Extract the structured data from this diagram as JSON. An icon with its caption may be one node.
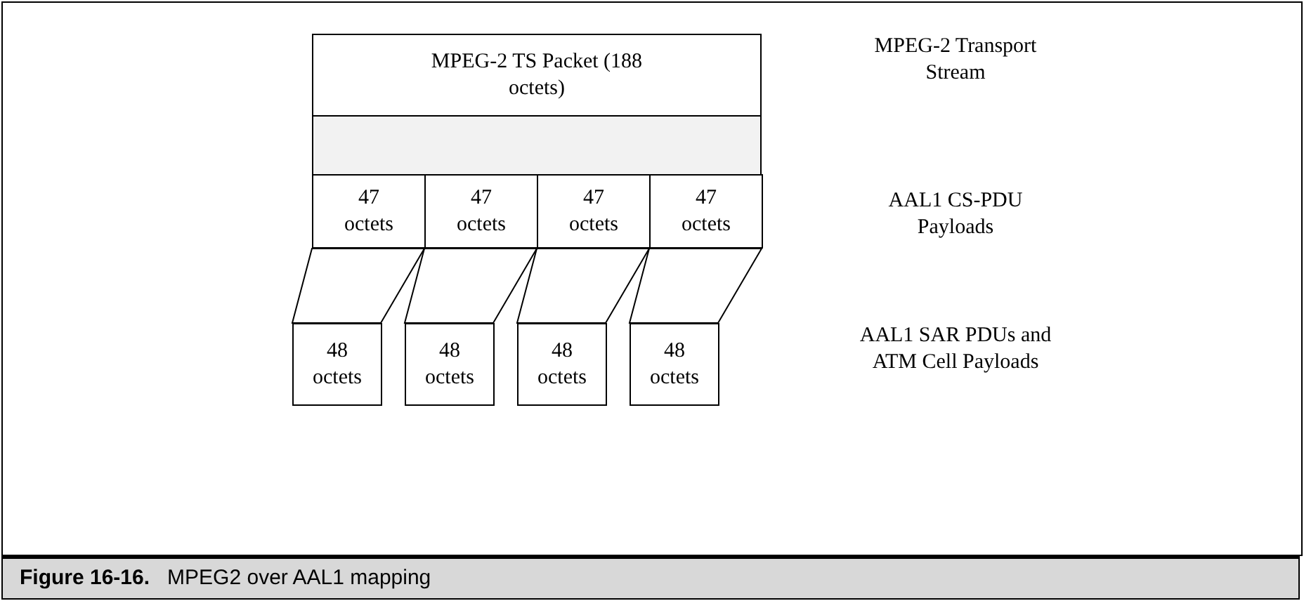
{
  "diagram": {
    "caption": "**Figure 16-16.**   MPEG2 over AAL1 mapping",
    "nodes": [
      {
        "text": [
          "MPEG-2 TS Packet (188 octets)"
        ]
      },
      {
        "text": [],
        "shape": "box"
      },
      {
        "text": [
          "47 octets"
        ]
      },
      {
        "text": [
          "47 octets"
        ]
      },
      {
        "text": [
          "47 octets"
        ]
      },
      {
        "text": [
          "47 octets"
        ]
      },
      {
        "text": [
          "48 octets"
        ]
      },
      {
        "text": [
          "48 octets"
        ]
      },
      {
        "text": [
          "48 octets"
        ]
      },
      {
        "text": [
          "48 octets"
        ]
      }
    ],
    "edges": [
      {
        "from": 2,
        "to": 6,
        "arrow": "none"
      },
      {
        "from": 3,
        "to": 7,
        "arrow": "none"
      },
      {
        "from": 4,
        "to": 8,
        "arrow": "none"
      },
      {
        "from": 5,
        "to": 9,
        "arrow": "none"
      }
    ],
    "labels": [
      "MPEG-2 Transport Stream",
      "AAL1 CS-PDU Payloads",
      "AAL1 SAR PDUs and ATM Cell Payloads"
    ]
  }
}
